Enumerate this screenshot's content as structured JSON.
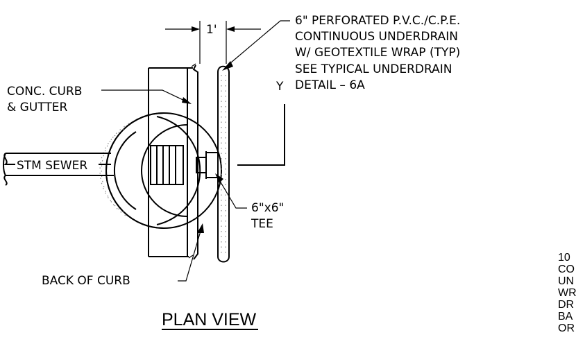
{
  "labels": {
    "underdrain_note": [
      "6\" PERFORATED P.V.C./C.P.E.",
      "CONTINUOUS UNDERDRAIN",
      "W/ GEOTEXTILE WRAP (TYP)",
      "SEE TYPICAL UNDERDRAIN",
      "DETAIL – 6A"
    ],
    "dimension": "1'",
    "section_mark": "Y",
    "curb_gutter": [
      "CONC. CURB",
      "& GUTTER"
    ],
    "storm_sewer": "STM SEWER",
    "tee": [
      "6\"x6\"",
      "TEE"
    ],
    "back_of_curb": "BACK OF CURB",
    "view_title": "PLAN VIEW",
    "side_notes": [
      "10",
      "CO",
      "UN",
      "WR",
      "DR",
      "BA",
      "OR"
    ]
  },
  "colors": {
    "line": "#000000",
    "background": "#ffffff",
    "aggregate": "#888888"
  }
}
